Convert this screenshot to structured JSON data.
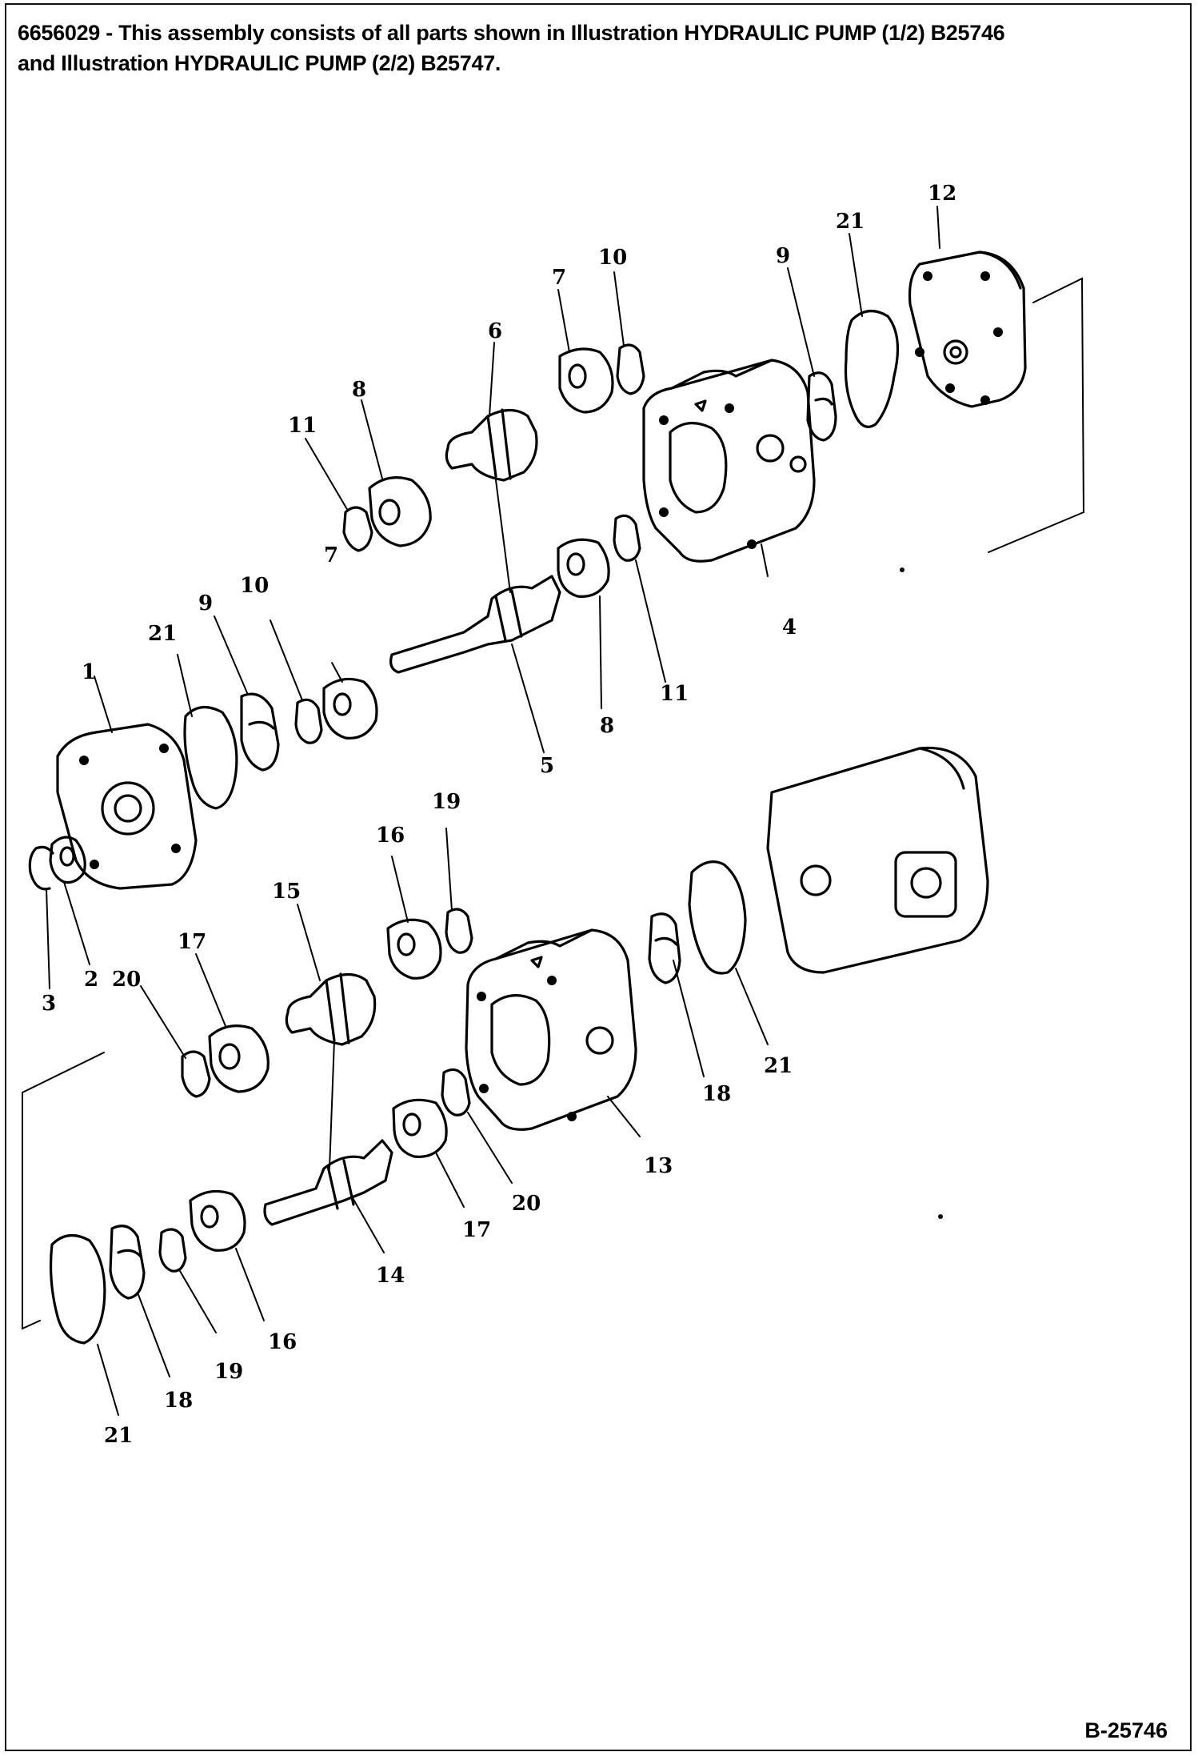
{
  "header": {
    "line1": "6656029 - This assembly consists of all parts shown in Illustration HYDRAULIC PUMP (1/2) B25746",
    "line2": "and Illustration HYDRAULIC PUMP (2/2) B25747."
  },
  "figure_id": "B-25746",
  "callouts": {
    "c1": "1",
    "c2": "2",
    "c3": "3",
    "c4": "4",
    "c5": "5",
    "c6": "6",
    "c7a": "7",
    "c7b": "7",
    "c8a": "8",
    "c8b": "8",
    "c9a": "9",
    "c9b": "9",
    "c10a": "10",
    "c10b": "10",
    "c11a": "11",
    "c11b": "11",
    "c12": "12",
    "c13": "13",
    "c14": "14",
    "c15": "15",
    "c16a": "16",
    "c16b": "16",
    "c17a": "17",
    "c17b": "17",
    "c18a": "18",
    "c18b": "18",
    "c19a": "19",
    "c19b": "19",
    "c20a": "20",
    "c20b": "20",
    "c21a": "21",
    "c21b": "21",
    "c21c": "21",
    "c21d": "21"
  }
}
